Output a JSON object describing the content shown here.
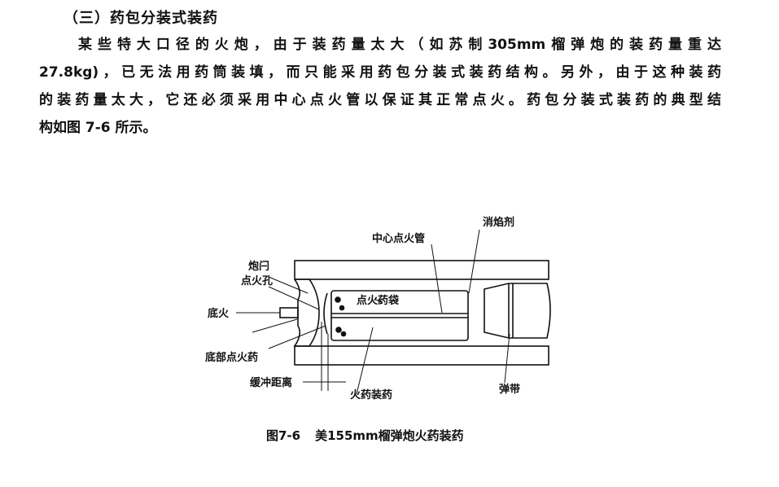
{
  "section": {
    "heading": "（三）药包分装式装药",
    "paragraph_lines": [
      "某些特大口径的火炮，由于装药量太大（如苏制305mm榴弹炮的装药量重达",
      "27.8kg)，已无法用药筒装填，而只能采用药包分装式装药结构。另外，由于这种装药",
      "的装药量太大，它还必须采用中心点火管以保证其正常点火。药包分装式装药的典型结",
      "构如图 7-6 所示。"
    ]
  },
  "figure": {
    "labels": {
      "breech": "炮闩",
      "vent": "点火孔",
      "primer": "底火",
      "base_igniter": "底部点火药",
      "buffer": "缓冲距离",
      "propellant": "火药装药",
      "center_tube": "中心点火管",
      "flash_reducer": "消焰剂",
      "igniter_bag": "点火药袋",
      "band": "弹带"
    },
    "caption_number": "图7-6",
    "caption_text": "美155mm榴弹炮火药装药"
  }
}
